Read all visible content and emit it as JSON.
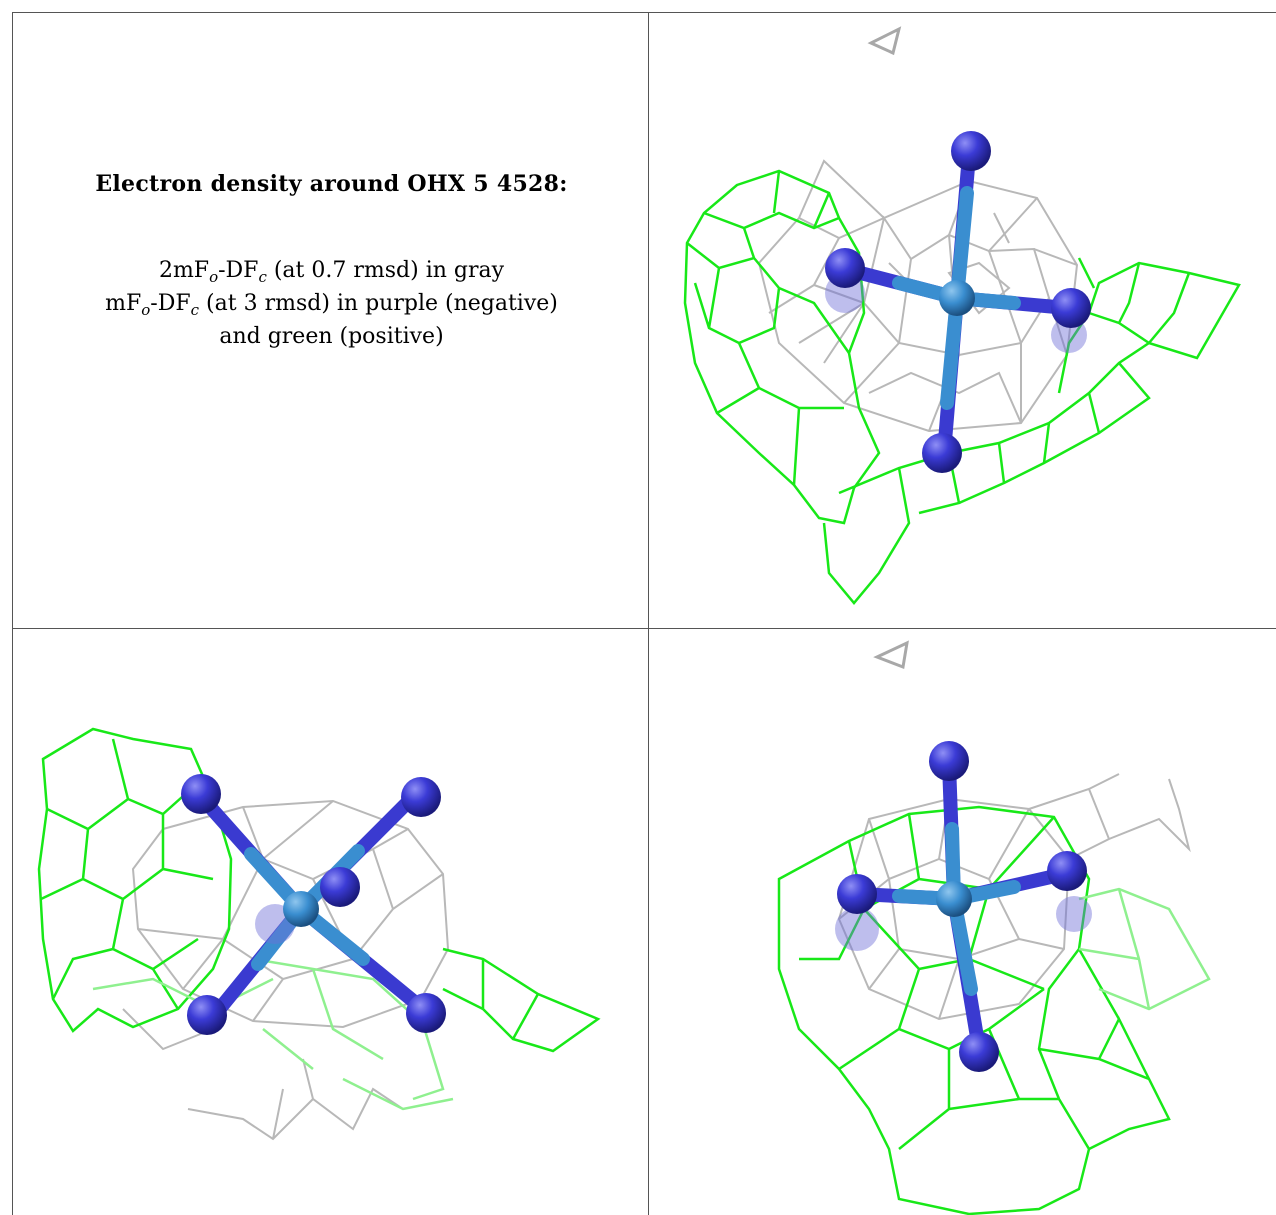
{
  "caption": {
    "title": "Electron density around OHX 5 4528:",
    "line1_a": "2mF",
    "line1_sub1": "o",
    "line1_b": "-DF",
    "line1_sub2": "c",
    "line1_c": " (at 0.7 rmsd) in gray",
    "line2_a": "mF",
    "line2_sub1": "o",
    "line2_b": "-DF",
    "line2_sub2": "c",
    "line2_c": " (at 3 rmsd) in purple (negative)",
    "line3": "and green (positive)"
  },
  "colors": {
    "positive_mesh": "#18e818",
    "positive_mesh_faint": "#8ff08f",
    "map_mesh": "#b8b8b8",
    "atom": "#3a3ad0",
    "bond": "#3a8ed0",
    "border": "#555555"
  },
  "panels": [
    {
      "view": "top-right",
      "icon": "molecule-density-view"
    },
    {
      "view": "bottom-left",
      "icon": "molecule-density-view"
    },
    {
      "view": "bottom-right",
      "icon": "molecule-density-view"
    }
  ]
}
